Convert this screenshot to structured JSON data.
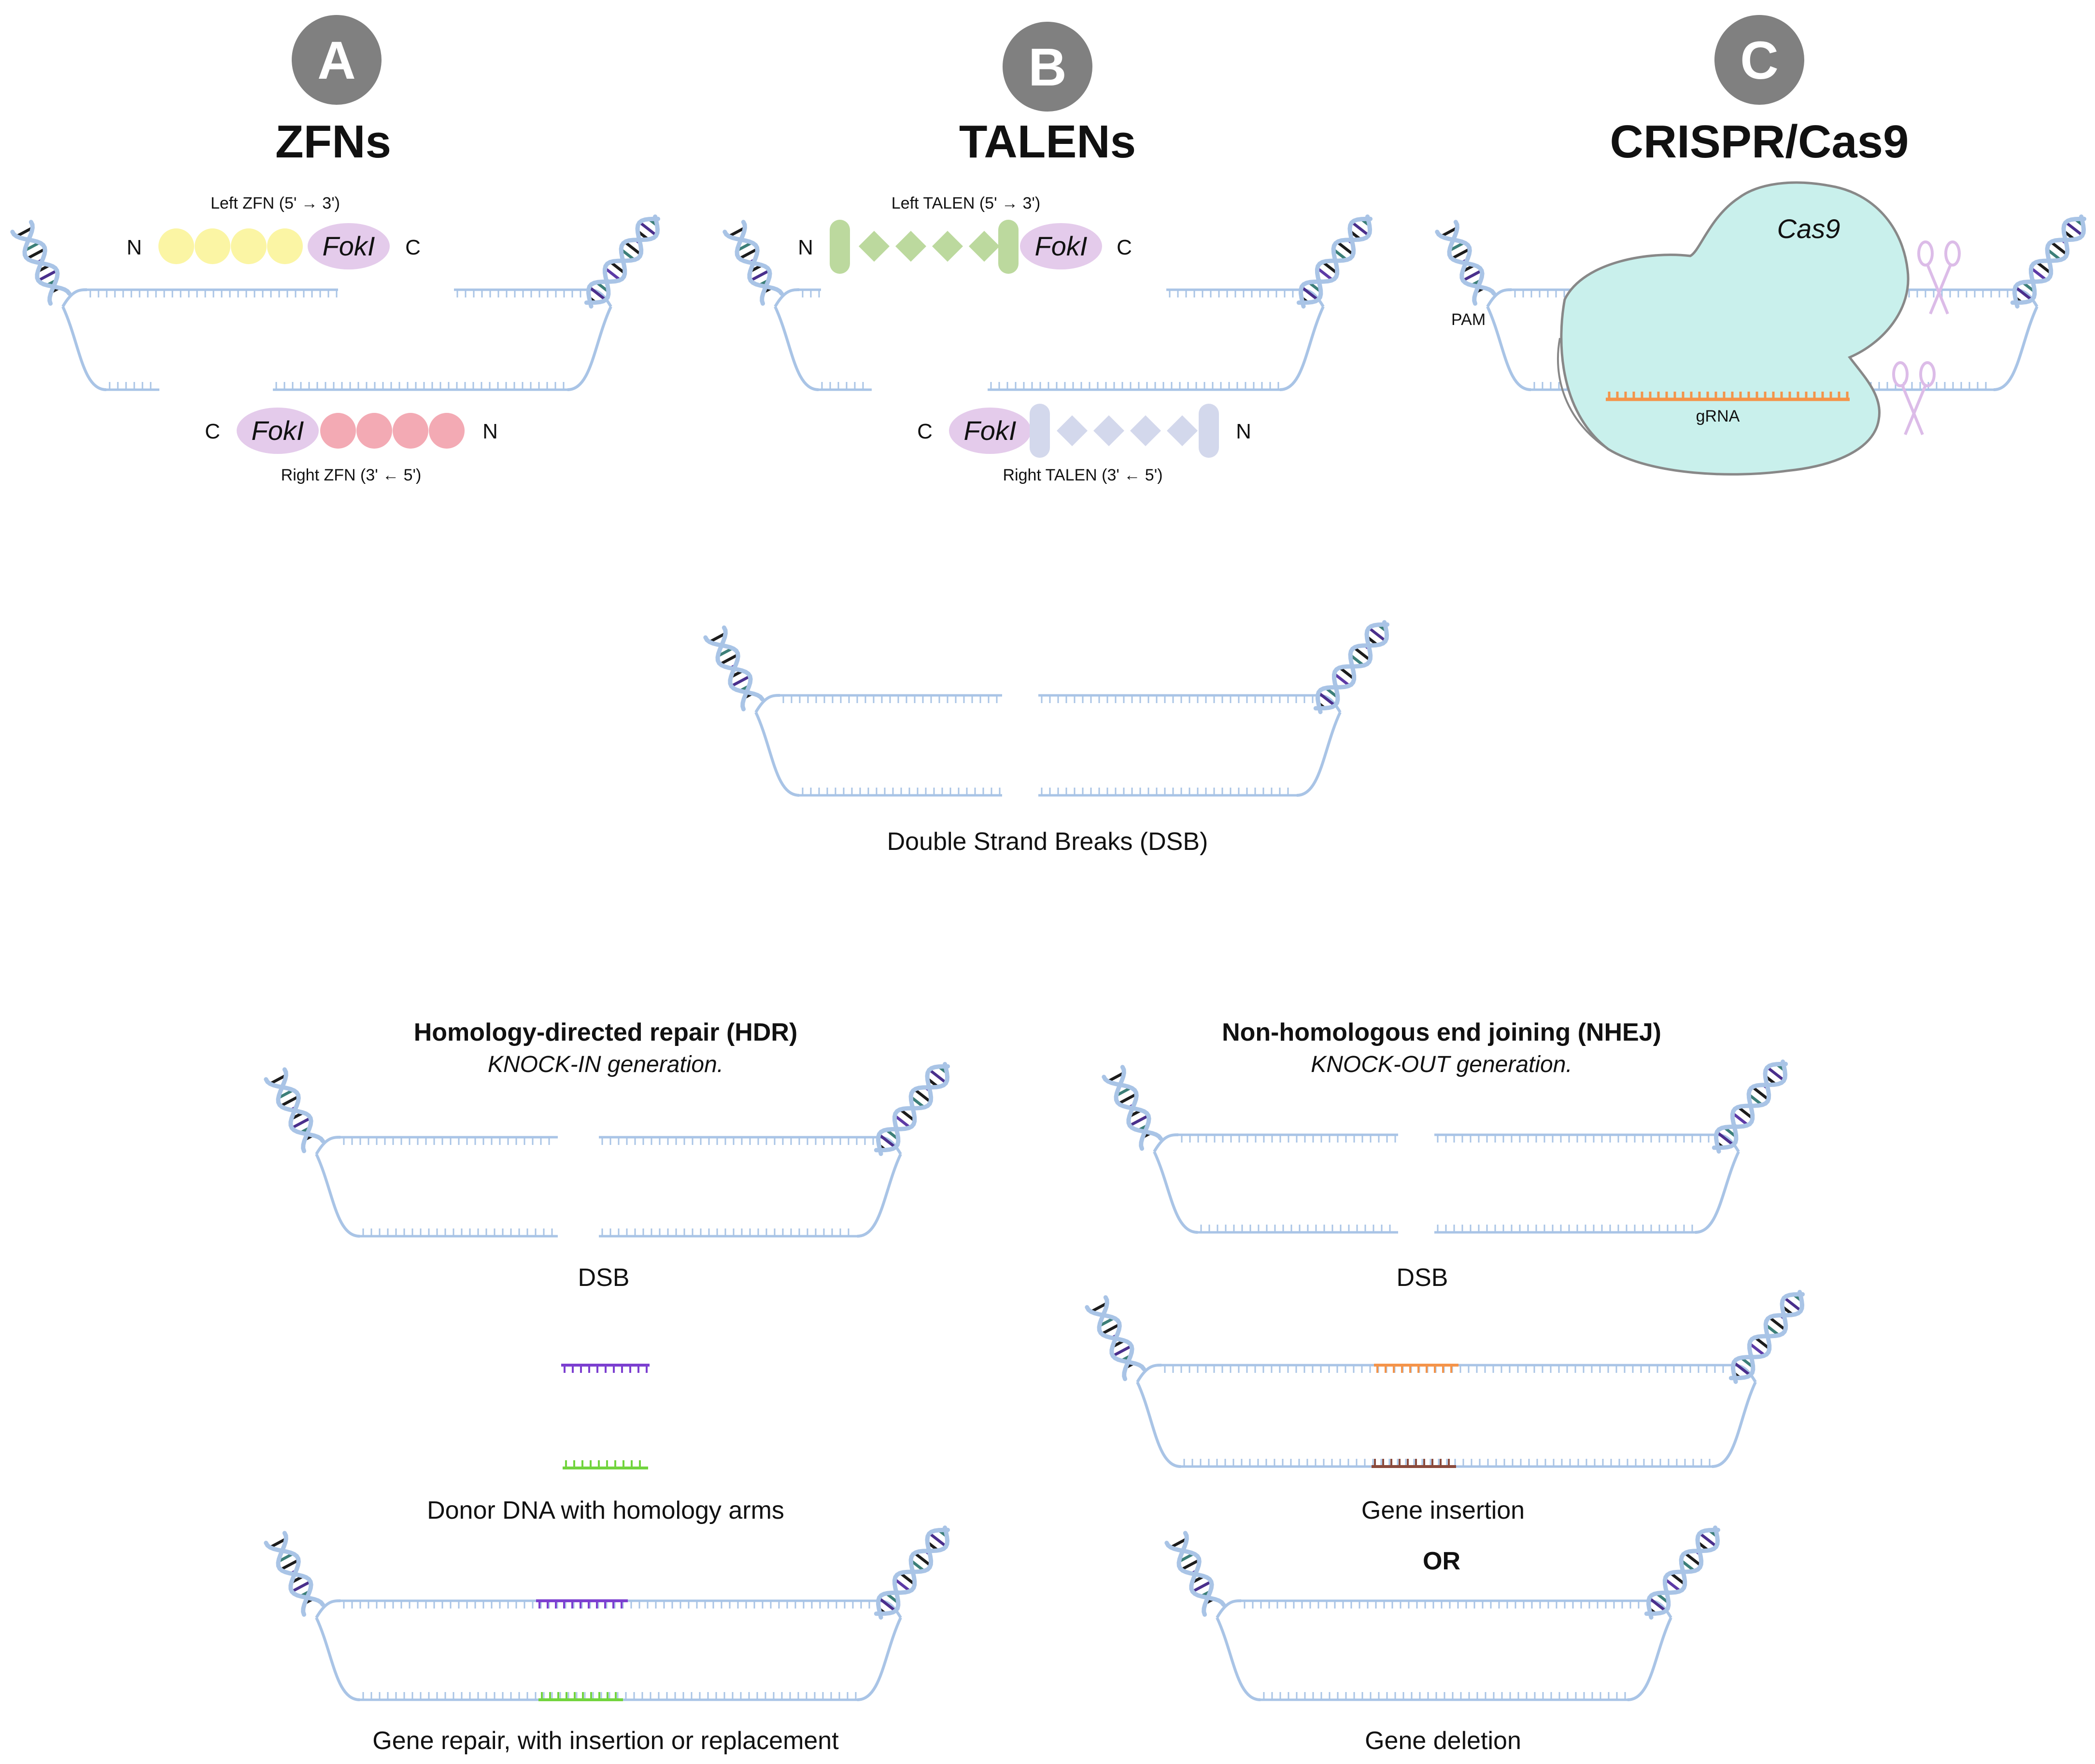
{
  "panels": [
    {
      "badge": "A",
      "title": "ZFNs",
      "left_label": "Left ZFN (5' → 3')",
      "right_label": "Right ZFN (3' ← 5')",
      "fokl": "FokI",
      "n": "N",
      "c": "C"
    },
    {
      "badge": "B",
      "title": "TALENs",
      "left_label": "Left TALEN (5' → 3')",
      "right_label": "Right TALEN (3' ← 5')",
      "fokl": "FokI",
      "n": "N",
      "c": "C"
    },
    {
      "badge": "C",
      "title": "CRISPR/Cas9",
      "cas9": "Cas9",
      "pam": "PAM",
      "grna": "gRNA"
    }
  ],
  "dsb_caption": "Double Strand Breaks (DSB)",
  "hdr": {
    "title": "Homology-directed repair (HDR)",
    "subtitle": "KNOCK-IN generation.",
    "dsb": "DSB",
    "donor": "Donor DNA with homology arms",
    "result": "Gene repair, with insertion or replacement"
  },
  "nhej": {
    "title": "Non-homologous end joining (NHEJ)",
    "subtitle": "KNOCK-OUT generation.",
    "dsb": "DSB",
    "insertion": "Gene insertion",
    "or": "OR",
    "deletion": "Gene deletion"
  },
  "colors": {
    "badge": "#808080",
    "dna": "#a9c4e6",
    "zfn_left": "#fbf5a4",
    "zfn_right": "#f3aab4",
    "talen_left": "#bcd99e",
    "talen_right": "#d3d8ec",
    "fokl": "#e4cbeb",
    "cas9": "#c9f0ec",
    "grna": "#f4944a",
    "scissors": "#dcbce8",
    "donor_top": "#7c3fd0",
    "donor_bottom": "#72d43e",
    "ins_top": "#f4944a",
    "ins_bottom": "#8a4a3c"
  }
}
